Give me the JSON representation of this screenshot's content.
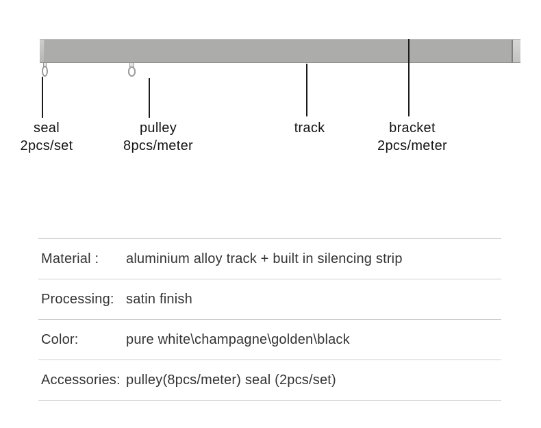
{
  "product_diagram": {
    "callouts": {
      "seal": {
        "name": "seal",
        "quantity": "2pcs/set"
      },
      "pulley": {
        "name": "pulley",
        "quantity": "8pcs/meter"
      },
      "track": {
        "name": "track",
        "quantity": ""
      },
      "bracket": {
        "name": "bracket",
        "quantity": "2pcs/meter"
      }
    },
    "pulley_count": 8,
    "colors": {
      "track_metal": "#acacaa",
      "track_end_cap": "#cdcdcb",
      "leader_line": "#1c1c1c",
      "label_text": "#141414"
    }
  },
  "specs": {
    "rows": [
      {
        "label": "Material :",
        "value": "aluminium alloy track + built in silencing strip"
      },
      {
        "label": "Processing:",
        "value": "satin finish"
      },
      {
        "label": "Color:",
        "value": "pure white\\champagne\\golden\\black"
      },
      {
        "label": "Accessories:",
        "value": "pulley(8pcs/meter) seal (2pcs/set)"
      }
    ],
    "divider_color": "#cccccc",
    "text_color": "#333333"
  }
}
